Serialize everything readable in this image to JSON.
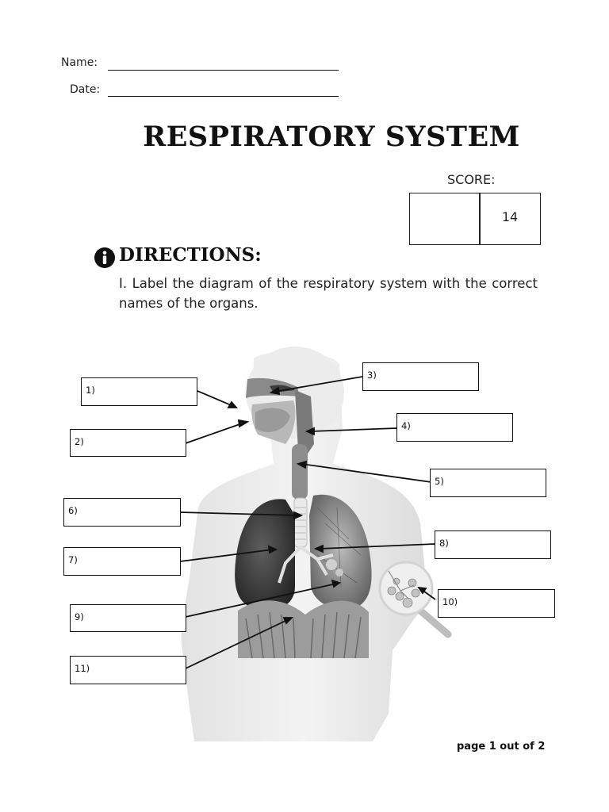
{
  "header": {
    "name_label": "Name:",
    "date_label": "Date:"
  },
  "title": "RESPIRATORY SYSTEM",
  "score": {
    "label": "SCORE:",
    "total": "14"
  },
  "directions": {
    "icon": "info-icon",
    "heading": "DIRECTIONS:",
    "text": "I. Label the diagram of the respiratory system with the correct names of the organs."
  },
  "diagram": {
    "labels": [
      "1)",
      "2)",
      "3)",
      "4)",
      "5)",
      "6)",
      "7)",
      "8)",
      "9)",
      "10)",
      "11)"
    ]
  },
  "footer": {
    "page_text": "page 1 out of 2"
  }
}
